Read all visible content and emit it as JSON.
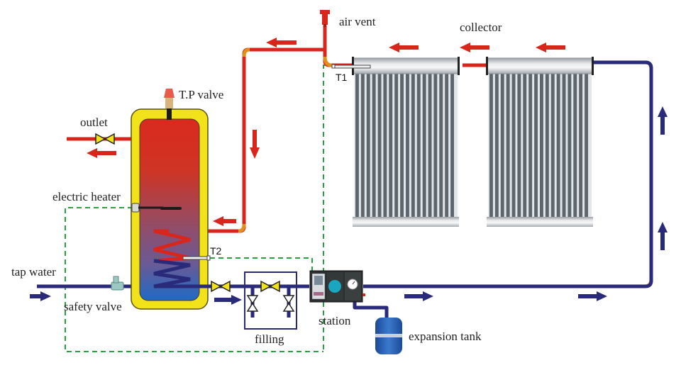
{
  "title": "Solar water heating system schematic",
  "labels": {
    "air_vent": "air  vent",
    "collector": "collector",
    "tp_valve": "T.P valve",
    "outlet": "outlet",
    "electric_heater": "electric heater",
    "t1": "T1",
    "t2": "T2",
    "tap_water": "tap water",
    "safety_valve": "safety valve",
    "filling": "filling",
    "station": "station",
    "expansion_tank": "expansion tank"
  },
  "colors": {
    "hot_pipe": "#d9261c",
    "cold_pipe": "#2a2a7a",
    "elbow": "#e0901c",
    "insulation": "#f2e21a",
    "valve": "#f2e21a",
    "sensor_line": "#2aa040",
    "collector_frame": "#c8ccd0",
    "collector_tube": "#5d666c",
    "station_body": "#2b2f31",
    "pump": "#1aa6c0",
    "expansion_tank": "#2a62b0"
  },
  "collectors": {
    "count": 2,
    "tubes_per_collector": 18
  }
}
